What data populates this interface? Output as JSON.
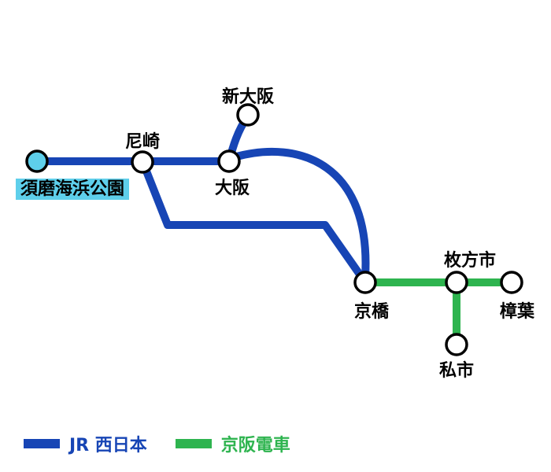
{
  "colors": {
    "jr_blue": "#1745b5",
    "keihan_green": "#2eb44f",
    "highlight_cyan": "#5ecfeb",
    "station_fill": "#ffffff",
    "station_stroke": "#000000"
  },
  "stations": {
    "suma_kaihin_koen": {
      "label": "須磨海浜公園",
      "highlighted": true
    },
    "amagasaki": {
      "label": "尼崎"
    },
    "shin_osaka": {
      "label": "新大阪"
    },
    "osaka": {
      "label": "大阪"
    },
    "kyobashi": {
      "label": "京橋"
    },
    "hirakatashi": {
      "label": "枚方市"
    },
    "kuzuha": {
      "label": "樟葉"
    },
    "kisaichi": {
      "label": "私市"
    }
  },
  "legend": [
    {
      "label": "JR 西日本",
      "color": "#1745b5"
    },
    {
      "label": "京阪電車",
      "color": "#2eb44f"
    }
  ]
}
